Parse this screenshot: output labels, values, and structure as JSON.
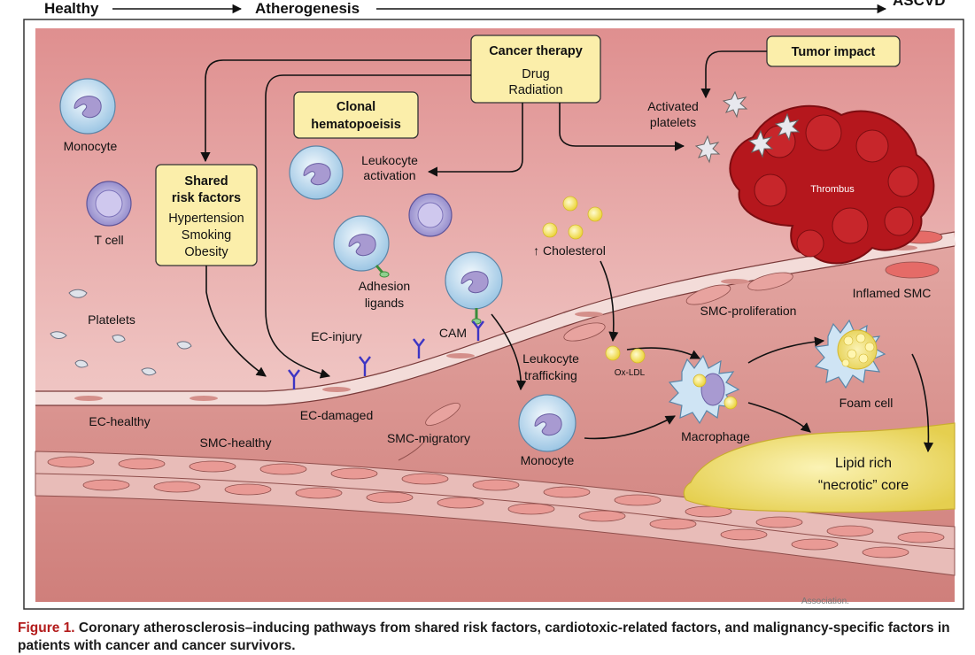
{
  "progression": {
    "healthy": "Healthy",
    "atherogenesis": "Atherogenesis",
    "ascvd": "ASCVD"
  },
  "boxes": {
    "cancer_therapy": {
      "title": "Cancer therapy",
      "lines": [
        "Drug",
        "Radiation"
      ]
    },
    "tumor_impact": {
      "title": "Tumor impact"
    },
    "clonal": {
      "title_line1": "Clonal",
      "title_line2": "hematopoeisis"
    },
    "shared_risk": {
      "title_line1": "Shared",
      "title_line2": "risk factors",
      "lines": [
        "Hypertension",
        "Smoking",
        "Obesity"
      ]
    }
  },
  "labels": {
    "monocyte_top": "Monocyte",
    "t_cell": "T cell",
    "platelets": "Platelets",
    "leukocyte_activation_1": "Leukocyte",
    "leukocyte_activation_2": "activation",
    "adhesion_1": "Adhesion",
    "adhesion_2": "ligands",
    "activated_platelets_1": "Activated",
    "activated_platelets_2": "platelets",
    "thrombus": "Thrombus",
    "cholesterol": "↑ Cholesterol",
    "inflamed_smc": "Inflamed SMC",
    "smc_proliferation": "SMC-proliferation",
    "ec_injury": "EC-injury",
    "cam": "CAM",
    "leukocyte_trafficking_1": "Leukocyte",
    "leukocyte_trafficking_2": "trafficking",
    "ox_ldl": "Ox-LDL",
    "foam_cell": "Foam cell",
    "ec_healthy": "EC-healthy",
    "ec_damaged": "EC-damaged",
    "smc_healthy": "SMC-healthy",
    "smc_migratory": "SMC-migratory",
    "monocyte_bottom": "Monocyte",
    "macrophage": "Macrophage",
    "lipid_core_1": "Lipid rich",
    "lipid_core_2": "“necrotic” core",
    "association": "Association."
  },
  "caption": {
    "figure_label": "Figure 1.",
    "text": " Coronary atherosclerosis–inducing pathways from shared risk factors, cardiotoxic-related factors, and malignancy-specific factors in patients with cancer and cancer survivors."
  },
  "colors": {
    "box_fill": "#fbeeaa",
    "thrombus": "#b5171d",
    "cell_blue": "#bcd9ec",
    "tissue": "#d9928e",
    "lumen": "#e9b2b0",
    "lipid": "#f2e27a",
    "caption_red": "#b31b1b"
  }
}
